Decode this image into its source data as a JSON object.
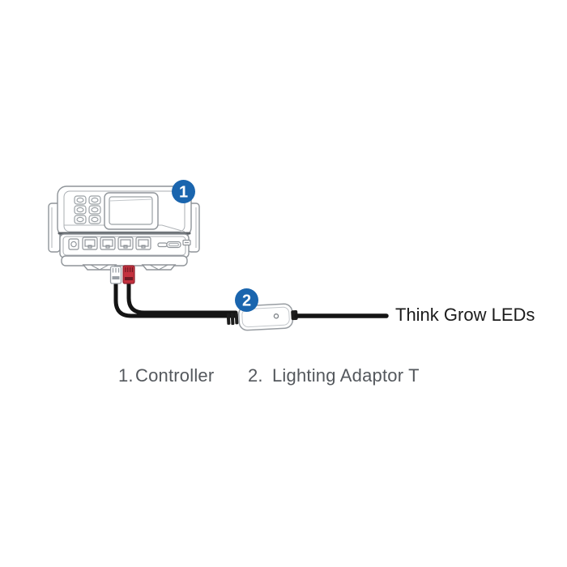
{
  "diagram": {
    "badges": {
      "one": "1",
      "two": "2"
    },
    "cable_endpoint_label": "Think Grow LEDs",
    "legend": [
      {
        "num": "1.",
        "label": "Controller"
      },
      {
        "num": "2.",
        "label": "Lighting Adaptor T"
      }
    ],
    "colors": {
      "badge_blue": "#1a65ae",
      "connector_red": "#c4313e",
      "connector_red_dark": "#6e1a24",
      "connector_gray": "#9aa0a6",
      "cable_black": "#141414",
      "line_art_gray": "#8f9499",
      "legend_gray": "#54585d",
      "label_black": "#1b1b1b",
      "background": "#ffffff"
    }
  }
}
